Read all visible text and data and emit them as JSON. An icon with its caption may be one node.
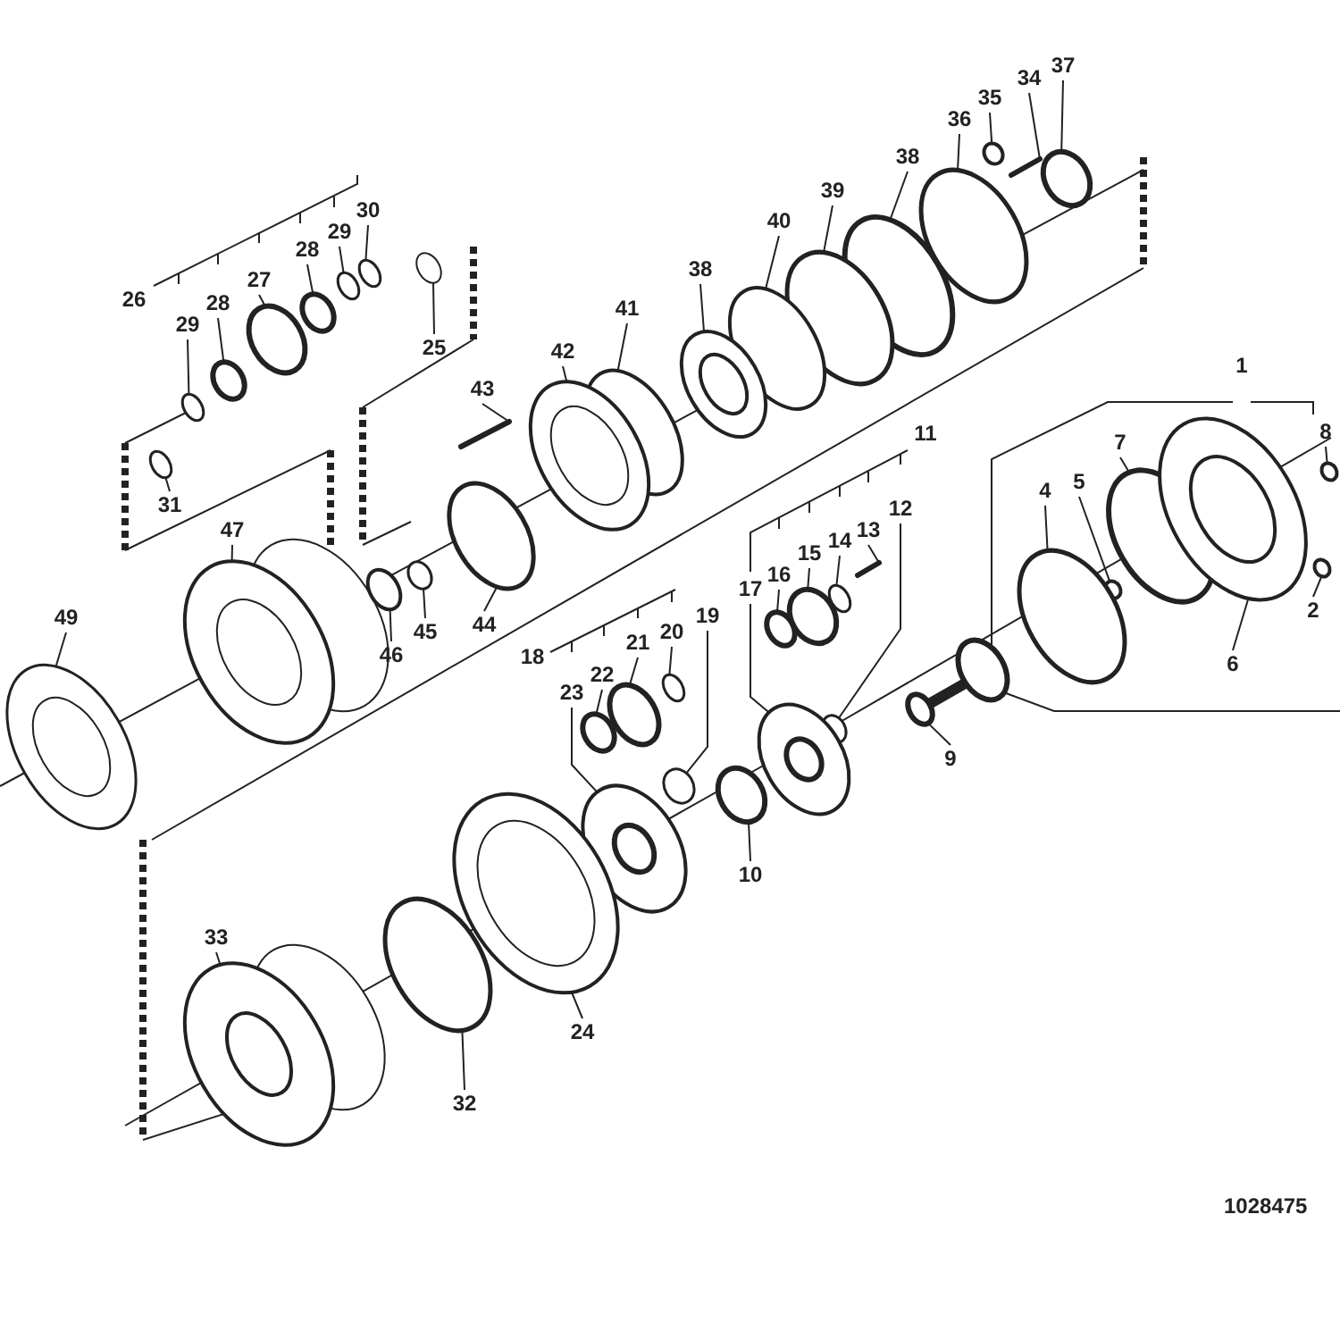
{
  "diagram": {
    "nodes": [
      {
        "text": [
          "37"
        ]
      },
      {
        "text": [
          "34"
        ]
      },
      {
        "text": [
          "35"
        ]
      },
      {
        "text": [
          "36"
        ]
      },
      {
        "text": [
          "38"
        ]
      },
      {
        "text": [
          "39"
        ]
      },
      {
        "text": [
          "30"
        ]
      },
      {
        "text": [
          "40"
        ]
      },
      {
        "text": [
          "29"
        ]
      },
      {
        "text": [
          "28"
        ]
      },
      {
        "text": [
          "25"
        ]
      },
      {
        "text": [
          "27"
        ]
      },
      {
        "text": [
          "38"
        ]
      },
      {
        "text": [
          "26"
        ]
      },
      {
        "text": [
          "28"
        ]
      },
      {
        "text": [
          "41"
        ]
      },
      {
        "text": [
          "29"
        ]
      },
      {
        "text": [
          "42"
        ]
      },
      {
        "text": [
          "1"
        ]
      },
      {
        "text": [
          "43"
        ]
      },
      {
        "text": [
          "8"
        ]
      },
      {
        "text": [
          "11"
        ]
      },
      {
        "text": [
          "7"
        ]
      },
      {
        "text": [
          "5"
        ]
      },
      {
        "text": [
          "4"
        ]
      },
      {
        "text": [
          "31"
        ]
      },
      {
        "text": [
          "12"
        ]
      },
      {
        "text": [
          "47"
        ]
      },
      {
        "text": [
          "13"
        ]
      },
      {
        "text": [
          "14"
        ]
      },
      {
        "text": [
          "15"
        ]
      },
      {
        "text": [
          "16"
        ]
      },
      {
        "text": [
          "17"
        ]
      },
      {
        "text": [
          "2"
        ]
      },
      {
        "text": [
          "19"
        ]
      },
      {
        "text": [
          "44"
        ]
      },
      {
        "text": [
          "20"
        ]
      },
      {
        "text": [
          "45"
        ]
      },
      {
        "text": [
          "21"
        ]
      },
      {
        "text": [
          "49"
        ]
      },
      {
        "text": [
          "46"
        ]
      },
      {
        "text": [
          "18"
        ]
      },
      {
        "text": [
          "6"
        ]
      },
      {
        "text": [
          "22"
        ]
      },
      {
        "text": [
          "23"
        ]
      },
      {
        "text": [
          "9"
        ]
      },
      {
        "text": [
          "10"
        ]
      },
      {
        "text": [
          "33"
        ]
      },
      {
        "text": [
          "24"
        ]
      },
      {
        "text": [
          "32"
        ]
      },
      {
        "text": [],
        "shape": "circle"
      },
      {
        "text": [],
        "shape": "bar"
      },
      {
        "text": [],
        "shape": "circle"
      },
      {
        "text": [],
        "shape": "circle"
      },
      {
        "text": [],
        "shape": "circle"
      },
      {
        "text": [],
        "shape": "circle"
      },
      {
        "text": [],
        "shape": "circle"
      },
      {
        "text": [],
        "shape": "circle"
      },
      {
        "text": [],
        "shape": "circle"
      },
      {
        "text": [],
        "shape": "circle"
      },
      {
        "text": [],
        "shape": "circle"
      },
      {
        "text": [],
        "shape": "circle"
      },
      {
        "text": [],
        "shape": "picture"
      },
      {
        "text": [],
        "shape": "circle"
      },
      {
        "text": [],
        "shape": "circle"
      },
      {
        "text": [],
        "shape": "circle"
      },
      {
        "text": [],
        "shape": "picture"
      },
      {
        "text": [],
        "shape": "bar"
      },
      {
        "text": [],
        "shape": "circle"
      },
      {
        "text": [],
        "shape": "circle"
      },
      {
        "text": [],
        "shape": "circle"
      },
      {
        "text": [],
        "shape": "circle"
      },
      {
        "text": [],
        "shape": "circle"
      },
      {
        "text": [],
        "shape": "circle"
      },
      {
        "text": [],
        "shape": "picture"
      },
      {
        "text": [],
        "shape": "bar"
      },
      {
        "text": [],
        "shape": "circle"
      },
      {
        "text": [],
        "shape": "circle"
      },
      {
        "text": [],
        "shape": "circle"
      },
      {
        "text": [],
        "shape": "picture"
      },
      {
        "text": [],
        "shape": "circle"
      },
      {
        "text": [],
        "shape": "circle"
      },
      {
        "text": [],
        "shape": "circle"
      },
      {
        "text": [],
        "shape": "circle"
      },
      {
        "text": [],
        "shape": "circle"
      },
      {
        "text": [],
        "shape": "circle"
      },
      {
        "text": [],
        "shape": "picture"
      },
      {
        "text": [],
        "shape": "circle"
      },
      {
        "text": [],
        "shape": "picture"
      },
      {
        "text": [],
        "shape": "circle"
      },
      {
        "text": [],
        "shape": "picture"
      },
      {
        "text": [],
        "shape": "picture"
      },
      {
        "text": [],
        "shape": "circle"
      },
      {
        "text": [],
        "shape": "picture"
      },
      {
        "text": [],
        "shape": "picture"
      },
      {
        "text": [],
        "shape": "circle"
      }
    ],
    "edges": [
      {
        "from": 0,
        "to": 50,
        "arrow": "none"
      },
      {
        "from": 1,
        "to": 51,
        "arrow": "none"
      },
      {
        "from": 2,
        "to": 52,
        "arrow": "none"
      },
      {
        "from": 3,
        "to": 53,
        "arrow": "none"
      },
      {
        "from": 4,
        "to": 54,
        "arrow": "none"
      },
      {
        "from": 5,
        "to": 55,
        "arrow": "none"
      },
      {
        "from": 6,
        "to": 56,
        "arrow": "none"
      },
      {
        "from": 7,
        "to": 57,
        "arrow": "none"
      },
      {
        "from": 8,
        "to": 58,
        "arrow": "none"
      },
      {
        "from": 9,
        "to": 59,
        "arrow": "none"
      },
      {
        "from": 10,
        "to": 60,
        "arrow": "none"
      },
      {
        "from": 11,
        "to": 61,
        "arrow": "none"
      },
      {
        "from": 12,
        "to": 62,
        "arrow": "none"
      },
      {
        "from": 14,
        "to": 63,
        "arrow": "none"
      },
      {
        "from": 15,
        "to": 64,
        "arrow": "none"
      },
      {
        "from": 16,
        "to": 65,
        "arrow": "none"
      },
      {
        "from": 17,
        "to": 66,
        "arrow": "none"
      },
      {
        "from": 19,
        "to": 67,
        "arrow": "none"
      },
      {
        "from": 20,
        "to": 68,
        "arrow": "none"
      },
      {
        "from": 22,
        "to": 69,
        "arrow": "none"
      },
      {
        "from": 23,
        "to": 70,
        "arrow": "none"
      },
      {
        "from": 24,
        "to": 71,
        "arrow": "none"
      },
      {
        "from": 25,
        "to": 72,
        "arrow": "none"
      },
      {
        "from": 26,
        "to": 73,
        "arrow": "none"
      },
      {
        "from": 27,
        "to": 74,
        "arrow": "none"
      },
      {
        "from": 28,
        "to": 75,
        "arrow": "none"
      },
      {
        "from": 29,
        "to": 76,
        "arrow": "none"
      },
      {
        "from": 30,
        "to": 77,
        "arrow": "none"
      },
      {
        "from": 31,
        "to": 78,
        "arrow": "none"
      },
      {
        "from": 32,
        "to": 79,
        "arrow": "none"
      },
      {
        "from": 33,
        "to": 80,
        "arrow": "none"
      },
      {
        "from": 34,
        "to": 81,
        "arrow": "none"
      },
      {
        "from": 35,
        "to": 82,
        "arrow": "none"
      },
      {
        "from": 36,
        "to": 83,
        "arrow": "none"
      },
      {
        "from": 37,
        "to": 84,
        "arrow": "none"
      },
      {
        "from": 38,
        "to": 85,
        "arrow": "none"
      },
      {
        "from": 39,
        "to": 86,
        "arrow": "none"
      },
      {
        "from": 40,
        "to": 87,
        "arrow": "none"
      },
      {
        "from": 42,
        "to": 88,
        "arrow": "none"
      },
      {
        "from": 43,
        "to": 89,
        "arrow": "none"
      },
      {
        "from": 44,
        "to": 90,
        "arrow": "none"
      },
      {
        "from": 45,
        "to": 91,
        "arrow": "none"
      },
      {
        "from": 46,
        "to": 92,
        "arrow": "none"
      },
      {
        "from": 47,
        "to": 93,
        "arrow": "none"
      },
      {
        "from": 48,
        "to": 94,
        "arrow": "none"
      },
      {
        "from": 49,
        "to": 95,
        "arrow": "none"
      }
    ],
    "labels": [
      "1028475"
    ]
  }
}
